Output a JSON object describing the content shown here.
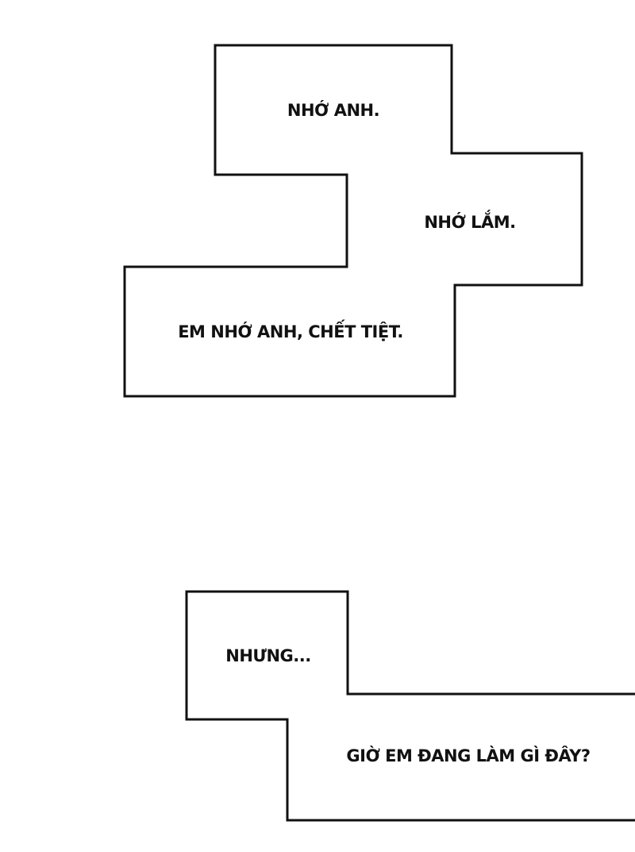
{
  "colors": {
    "background": "#ffffff",
    "ink": "#111111"
  },
  "panel_top": {
    "line1": "NHỚ ANH.",
    "line2": "NHỚ LẮM.",
    "line3": "EM NHỚ ANH, CHẾT TIỆT."
  },
  "panel_bottom": {
    "line1": "NHƯNG...",
    "line2": "GIỜ EM ĐANG LÀM GÌ ĐÂY?"
  }
}
